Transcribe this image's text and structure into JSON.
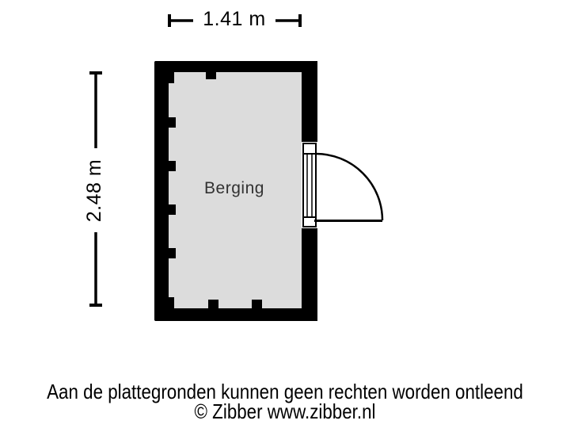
{
  "floorplan": {
    "room": {
      "name": "Berging"
    },
    "dimensions": {
      "width_label": "1.41 m",
      "height_label": "2.48 m"
    },
    "door": {
      "type": "single-swing-door",
      "wall": "right",
      "swing": "outward"
    },
    "colors": {
      "wall": "#000000",
      "floor": "#dcdcdc",
      "dimension_line": "#000000",
      "label_background": "#ffffff",
      "text": "#000000"
    }
  },
  "footer": {
    "disclaimer": "Aan de plattegronden kunnen geen rechten worden ontleend",
    "copyright": "© Zibber www.zibber.nl"
  }
}
